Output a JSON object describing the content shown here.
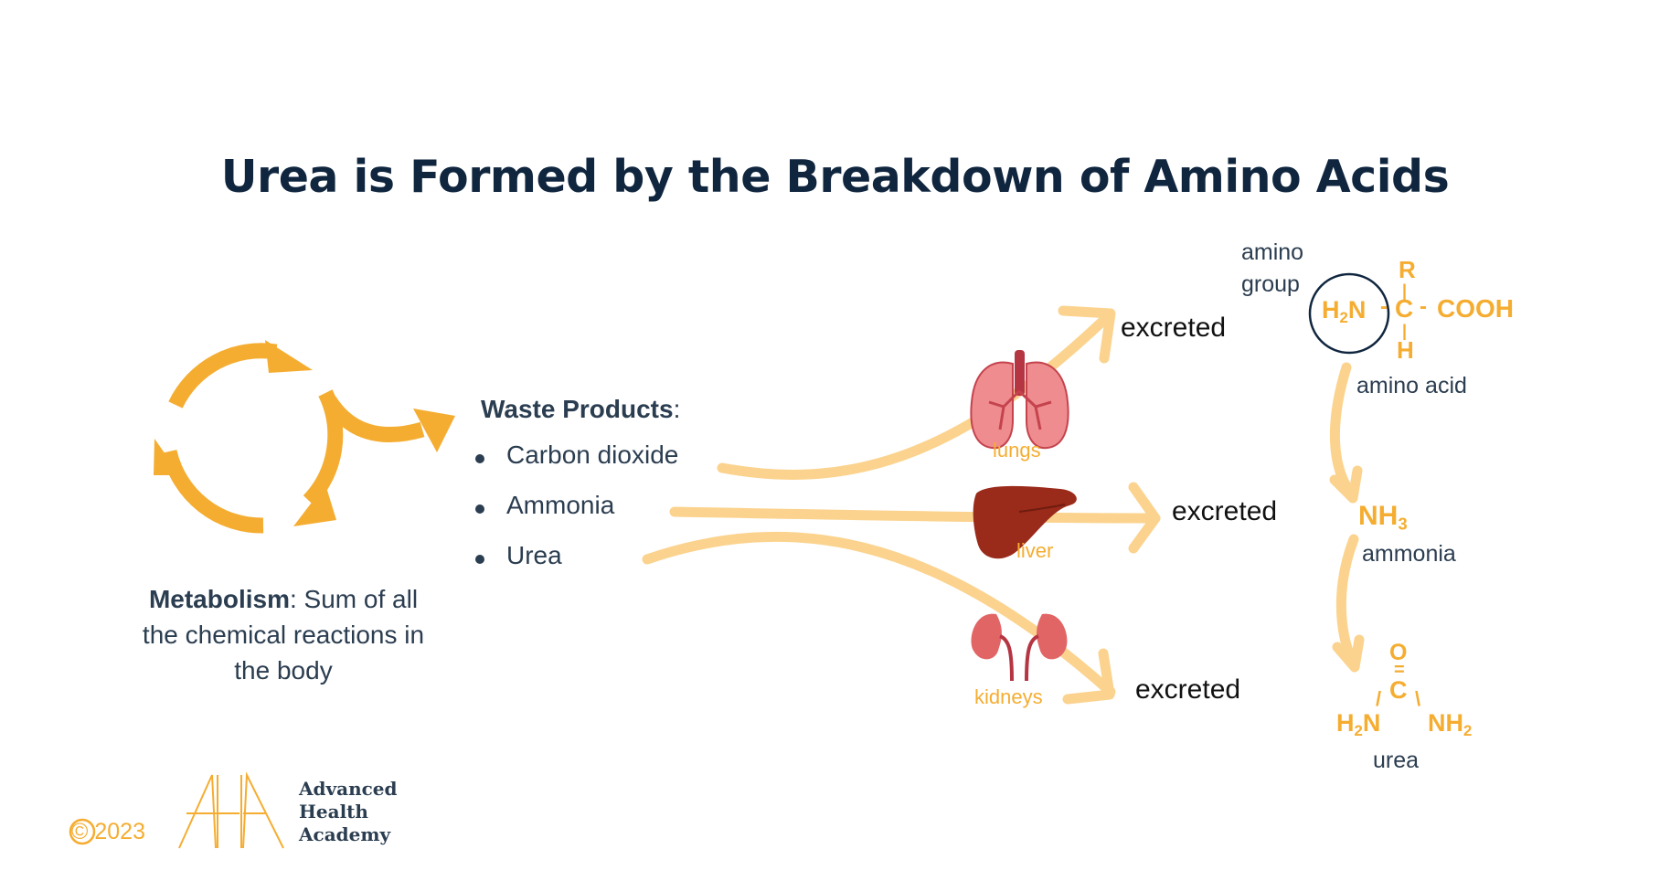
{
  "title": "Urea is Formed by the Breakdown of Amino Acids",
  "metabolism": {
    "term": "Metabolism",
    "definition": ": Sum of all the chemical reactions in the body",
    "icon": "recycle-cycle-icon"
  },
  "waste": {
    "heading": "Waste Products",
    "colon": ":",
    "items": [
      "Carbon dioxide",
      "Ammonia",
      "Urea"
    ]
  },
  "organs": {
    "lungs": "lungs",
    "liver": "liver",
    "kidneys": "kidneys"
  },
  "excreted": {
    "top": "excreted",
    "middle": "excreted",
    "bottom": "excreted"
  },
  "chemistry": {
    "amino_group_label_1": "amino",
    "amino_group_label_2": "group",
    "amino_acid": {
      "r": "R",
      "h2n": "H",
      "h2n_sub": "2",
      "h2n_n": "N",
      "c": "C",
      "cooh": "COOH",
      "h": "H",
      "label": "amino acid"
    },
    "ammonia": {
      "formula": "NH",
      "sub": "3",
      "label": "ammonia"
    },
    "urea": {
      "o": "O",
      "c": "C",
      "left_h": "H",
      "left_sub": "2",
      "left_n": "N",
      "right_nh": "NH",
      "right_sub": "2",
      "label": "urea"
    }
  },
  "footer": {
    "copyright": "© 2023",
    "logo_line1": "Advanced",
    "logo_line2": "Health",
    "logo_line3": "Academy"
  },
  "colors": {
    "navy": "#10263f",
    "orange": "#f5ad31",
    "light_orange": "#fbd38e",
    "text_dark": "#2b3d50"
  }
}
